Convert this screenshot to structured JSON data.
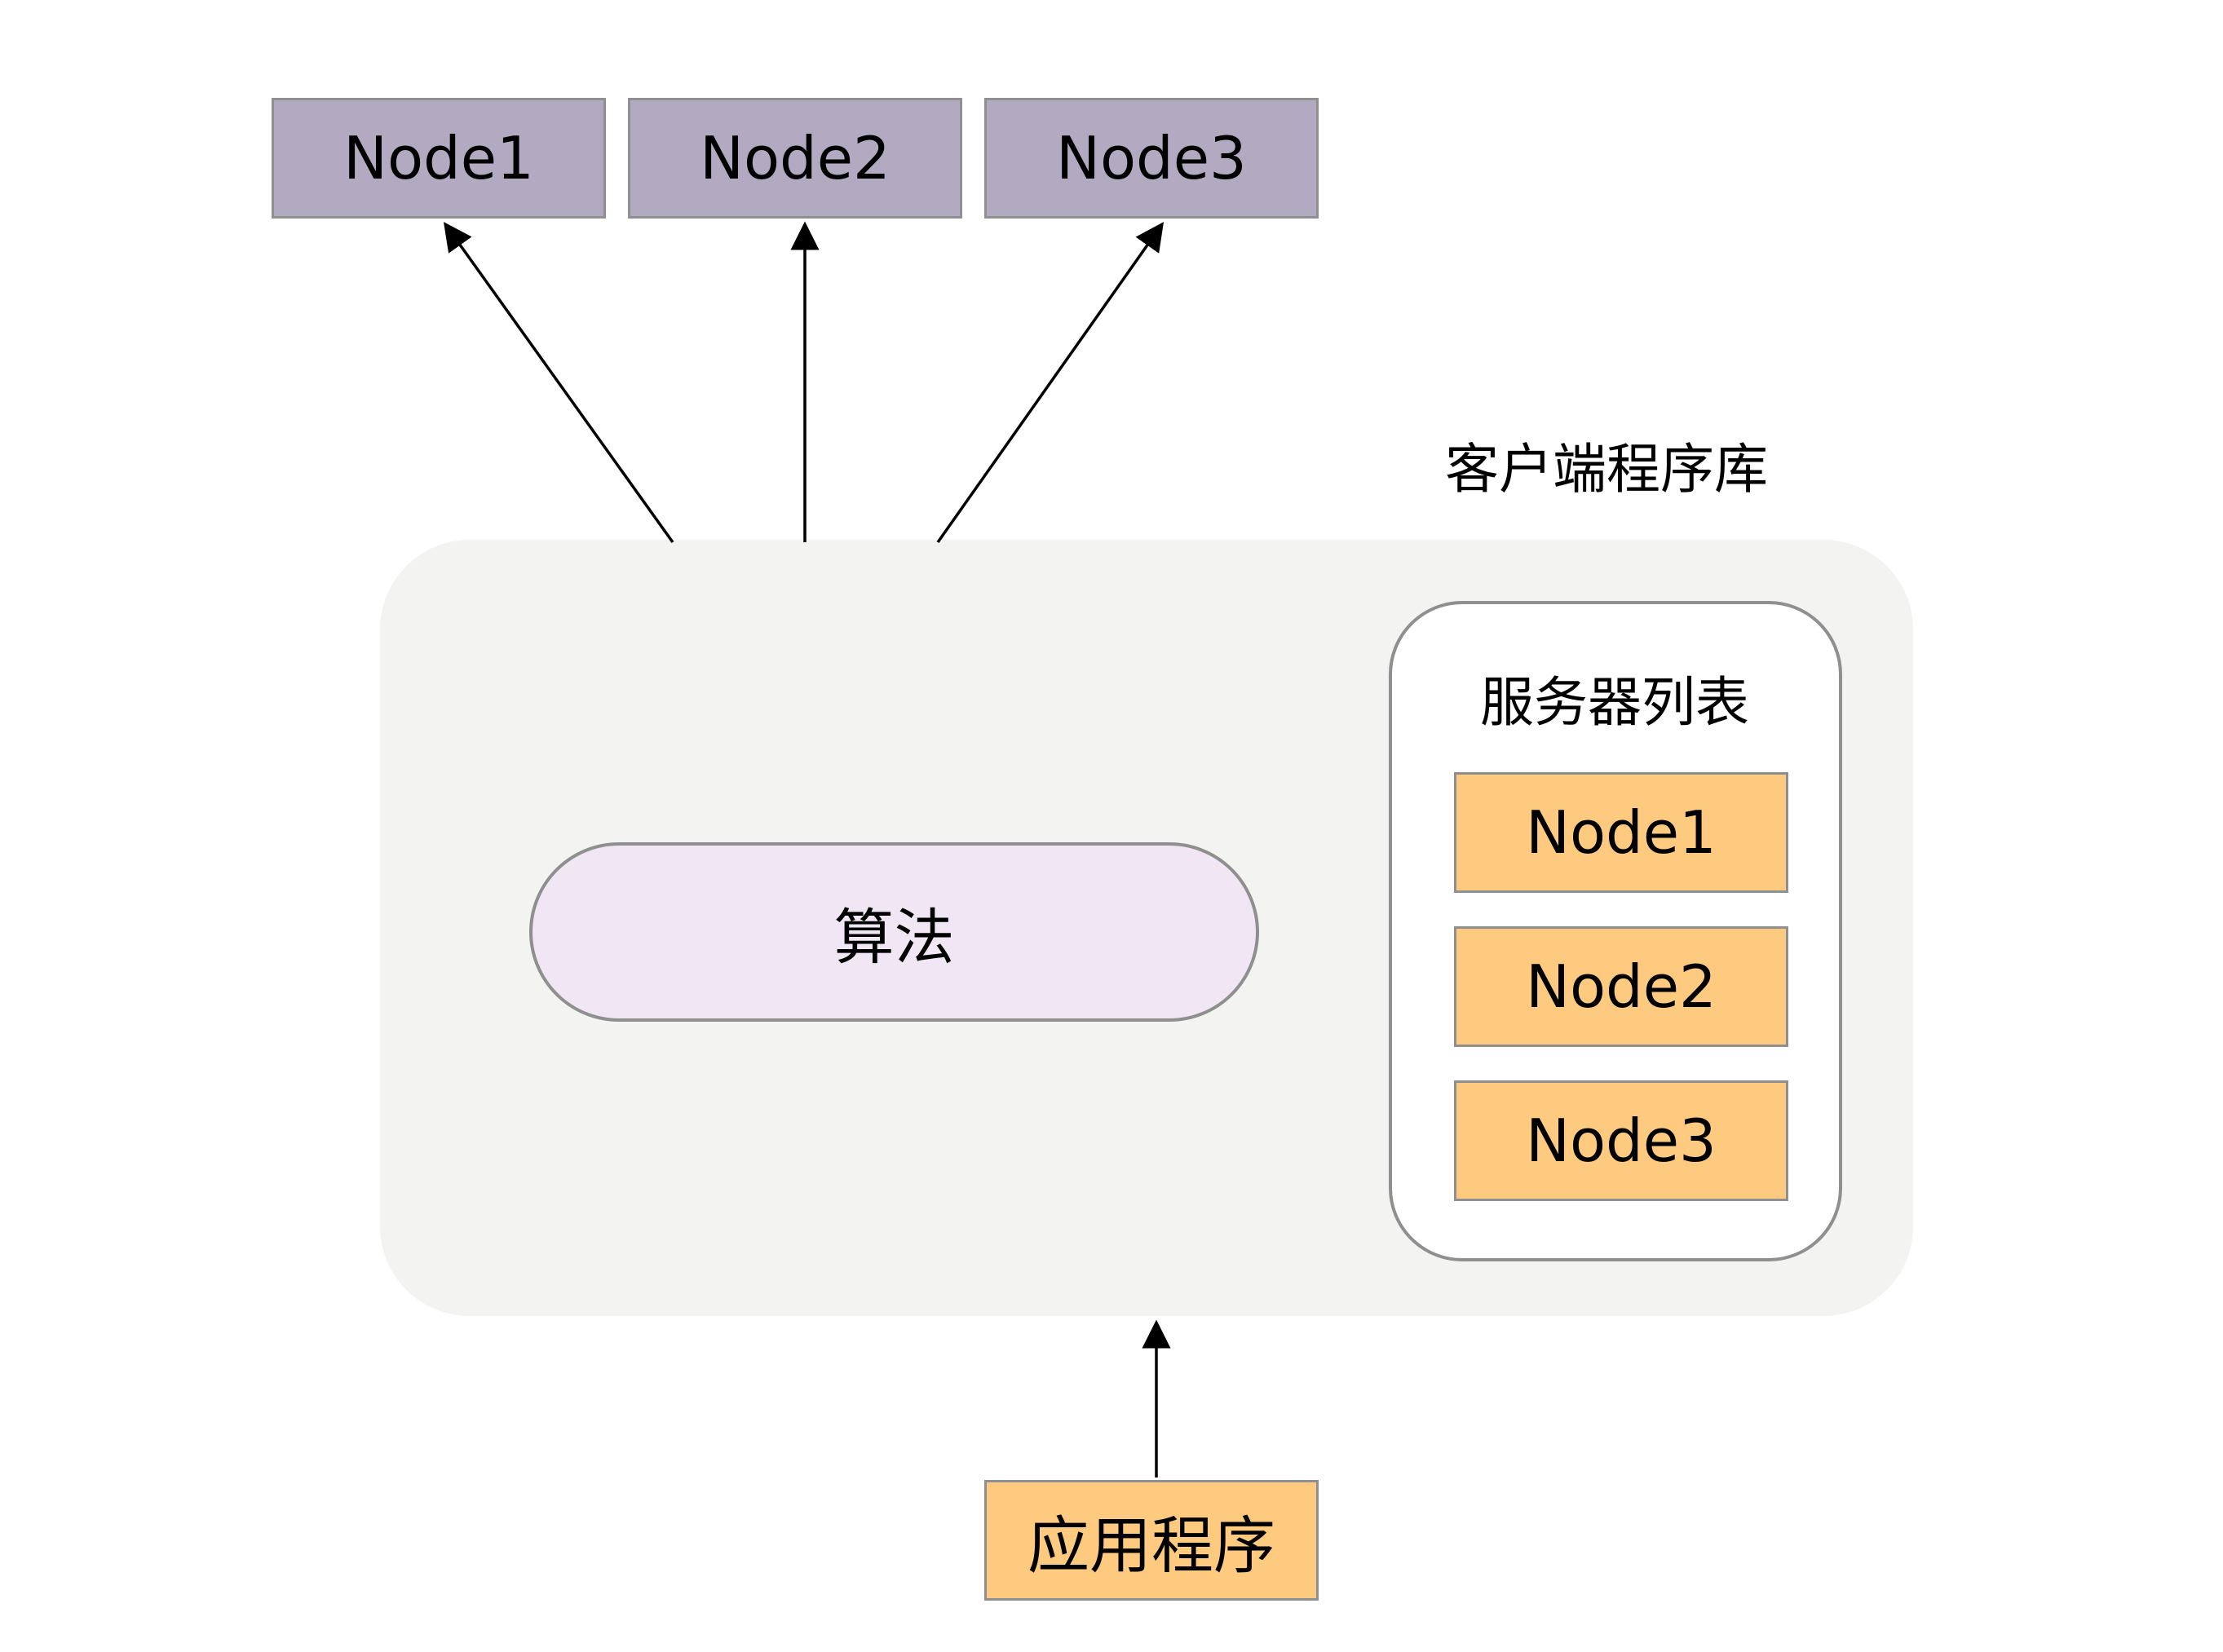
{
  "top_nodes": [
    "Node1",
    "Node2",
    "Node3"
  ],
  "client_library_label": "客户端程序库",
  "algorithm_label": "算法",
  "server_list": {
    "title": "服务器列表",
    "nodes": [
      "Node1",
      "Node2",
      "Node3"
    ]
  },
  "application_label": "应用程序",
  "colors": {
    "top_node_fill": "#b1aac0",
    "list_node_fill": "#fdca80",
    "algorithm_fill": "#f1e6f4",
    "client_library_fill": "#f3f3f1",
    "border": "#8f8f8f"
  }
}
